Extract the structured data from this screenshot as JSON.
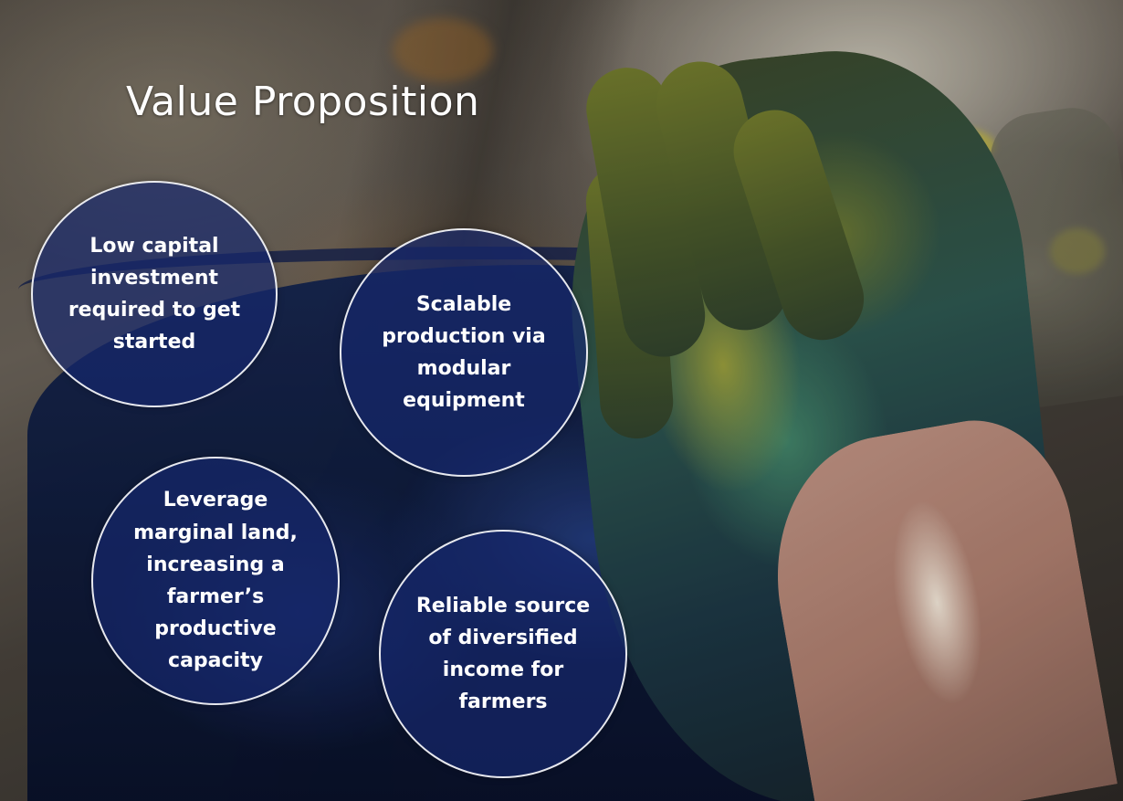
{
  "slide": {
    "title": "Value Proposition",
    "bubbles": [
      {
        "text": "Low capital investment required to get started"
      },
      {
        "text": "Scalable production via modular equipment"
      },
      {
        "text": "Leverage marginal land, increasing a farmer’s productive capacity"
      },
      {
        "text": "Reliable source of diversified income for farmers"
      }
    ],
    "colors": {
      "bubble_fill": "#16286e",
      "bubble_border": "#ffffff",
      "text": "#ffffff"
    }
  }
}
